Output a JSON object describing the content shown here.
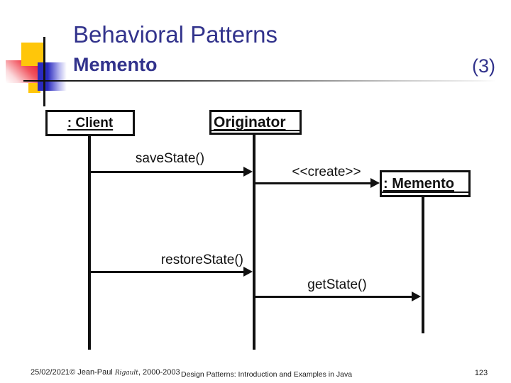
{
  "slide": {
    "title": "Behavioral Patterns",
    "subtitle": "Memento",
    "slide_number_label": "(3)"
  },
  "diagram": {
    "type": "uml-sequence",
    "objects": [
      {
        "label": ": Client"
      },
      {
        "label": "Originator"
      },
      {
        "label": ": Memento"
      }
    ],
    "messages": [
      {
        "label": "saveState()",
        "from": ": Client",
        "to": "Originator"
      },
      {
        "label": "<<create>>",
        "from": "Originator",
        "to": ": Memento"
      },
      {
        "label": "restoreState()",
        "from": ": Client",
        "to": "Originator"
      },
      {
        "label": "getState()",
        "from": "Originator",
        "to": ": Memento"
      }
    ]
  },
  "footer": {
    "date": "25/02/2021",
    "copyright": "© Jean-Paul ",
    "author_name": "Rigault",
    "years": ", 2000-2003",
    "center": "Design Patterns: Introduction and Examples in Java",
    "page_number": "123"
  },
  "colors": {
    "title_navy": "#32338C",
    "logo_yellow": "#FFC60A",
    "logo_red": "#E8182C",
    "logo_blue": "#2B2BBF",
    "ink": "#111111"
  }
}
